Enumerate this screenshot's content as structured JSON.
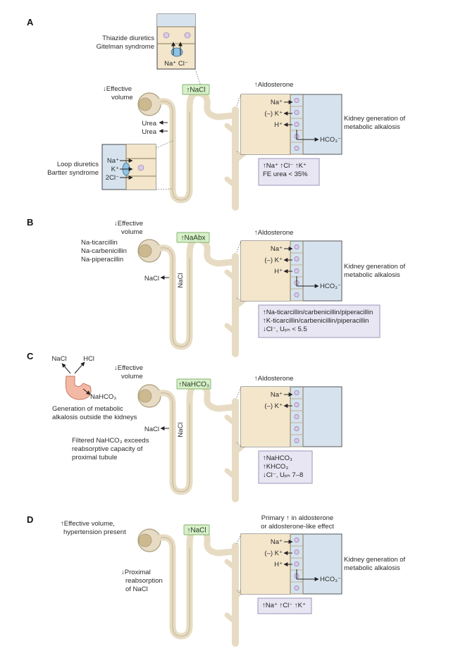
{
  "panels": [
    {
      "letter": "A",
      "tag": "↑NaCl",
      "aldosterone": "↑Aldosterone",
      "effective": [
        "↓Effective",
        "volume"
      ],
      "thiazide": [
        "Thiazide diuretics",
        "Gitelman syndrome"
      ],
      "thiazide_ions": "Na⁺ Cl⁻",
      "urea": [
        "Urea",
        "Urea"
      ],
      "loop": [
        "Loop diuretics",
        "Bartter syndrome"
      ],
      "loop_ions": [
        "Na⁺",
        "K⁺",
        "2Cl⁻"
      ],
      "cell_ions": [
        "Na⁺",
        "(–) K⁺",
        "H⁺"
      ],
      "hco3": "HCO₃⁻",
      "kidney": [
        "Kidney generation of",
        "metabolic alkalosis"
      ],
      "result": [
        "↑Na⁺ ↑Cl⁻ ↑K⁺",
        "FE urea < 35%"
      ]
    },
    {
      "letter": "B",
      "tag": "↑NaAbx",
      "aldosterone": "↑Aldosterone",
      "effective": [
        "↓Effective",
        "volume"
      ],
      "drugs": [
        "Na-ticarcillin",
        "Na-carbenicillin",
        "Na-piperacillin"
      ],
      "nacl": "NaCl",
      "nacl_vertical": "NaCl",
      "cell_ions": [
        "Na⁺",
        "(–) K⁺",
        "H⁺"
      ],
      "hco3": "HCO₃⁻",
      "kidney": [
        "Kidney generation of",
        "metabolic alkalosis"
      ],
      "result": [
        "↑Na-ticarcillin/carbenicillin/piperacillin",
        "↑K-ticarcillin/carbenicillin/piperacillin",
        "↓Cl⁻, Uₚₕ < 5.5"
      ]
    },
    {
      "letter": "C",
      "tag": "↑NaHCO₃",
      "aldosterone": "↑Aldosterone",
      "effective": [
        "↓Effective",
        "volume"
      ],
      "stomach_labels": [
        "NaCl",
        "HCl",
        "NaHCO₃"
      ],
      "generation": [
        "Generation of metabolic",
        "alkalosis outside the kidneys"
      ],
      "nacl": "NaCl",
      "nacl_vertical": "NaCl",
      "filtered": [
        "Filtered NaHCO₃ exceeds",
        "reabsorptive capacity of",
        "proximal tubule"
      ],
      "cell_ions": [
        "Na⁺",
        "(–) K⁺"
      ],
      "result": [
        "↑NaHCO₃",
        "↑KHCO₃",
        "↓Cl⁻, Uₚₕ 7–8"
      ]
    },
    {
      "letter": "D",
      "tag": "↑NaCl",
      "aldosterone": [
        "Primary ↑ in aldosterone",
        "or aldosterone-like effect"
      ],
      "effective": [
        "↑Effective volume,",
        "hypertension present"
      ],
      "proximal": [
        "↓Proximal",
        "reabsorption",
        "of NaCl"
      ],
      "cell_ions": [
        "Na⁺",
        "(–) K⁺",
        "H⁺"
      ],
      "hco3": "HCO₃⁻",
      "kidney": [
        "Kidney generation of",
        "metabolic alkalosis"
      ],
      "result": [
        "↑Na⁺ ↑Cl⁻ ↑K⁺"
      ]
    }
  ],
  "colors": {
    "tubule": "#e7dcc3",
    "tubule_stroke": "#a89a7a",
    "cell": "#f3e6cb",
    "blood": "#d6e3ee",
    "tag": "#d8efc9",
    "tag_stroke": "#7fb36a",
    "result_box": "#e9e6f3",
    "result_stroke": "#9a95bb",
    "vesicle": "#d9c9e6",
    "channel": "#8fc3e6",
    "stomach": "#f4b9a4"
  }
}
